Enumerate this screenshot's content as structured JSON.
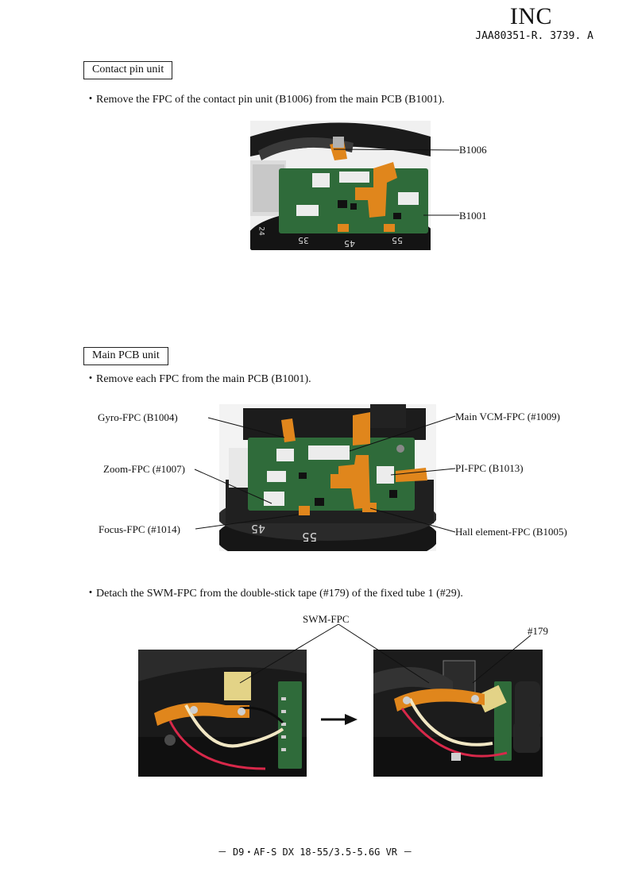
{
  "header": {
    "brand": "INC",
    "doc_id": "JAA80351-R. 3739. A"
  },
  "sections": {
    "contact": {
      "title": "Contact pin unit",
      "instruction": "・Remove the FPC of the contact pin unit (B1006) from the main PCB (B1001).",
      "labels": {
        "b1006": "B1006",
        "b1001": "B1001"
      },
      "scale_numbers": [
        "35",
        "45",
        "55",
        "24"
      ]
    },
    "main_pcb": {
      "title": "Main PCB unit",
      "instruction": "・Remove each FPC from the main PCB (B1001).",
      "labels": {
        "gyro": "Gyro-FPC (B1004)",
        "zoom": "Zoom-FPC (#1007)",
        "focus": "Focus-FPC (#1014)",
        "main_vcm": "Main VCM-FPC (#1009)",
        "pi": "PI-FPC (B1013)",
        "hall": "Hall element-FPC (B1005)"
      },
      "scale_numbers": [
        "45",
        "55"
      ]
    },
    "swm": {
      "instruction": "・Detach the SWM-FPC from the double-stick tape (#179) of the fixed tube 1 (#29).",
      "labels": {
        "swm_fpc": "SWM-FPC",
        "tape": "#179"
      }
    }
  },
  "colors": {
    "pcb_green": "#2f6b3a",
    "fpc_orange": "#e0861c",
    "lens_black": "#161616"
  },
  "footer": "－ D9・AF-S DX 18-55/3.5-5.6G VR －"
}
